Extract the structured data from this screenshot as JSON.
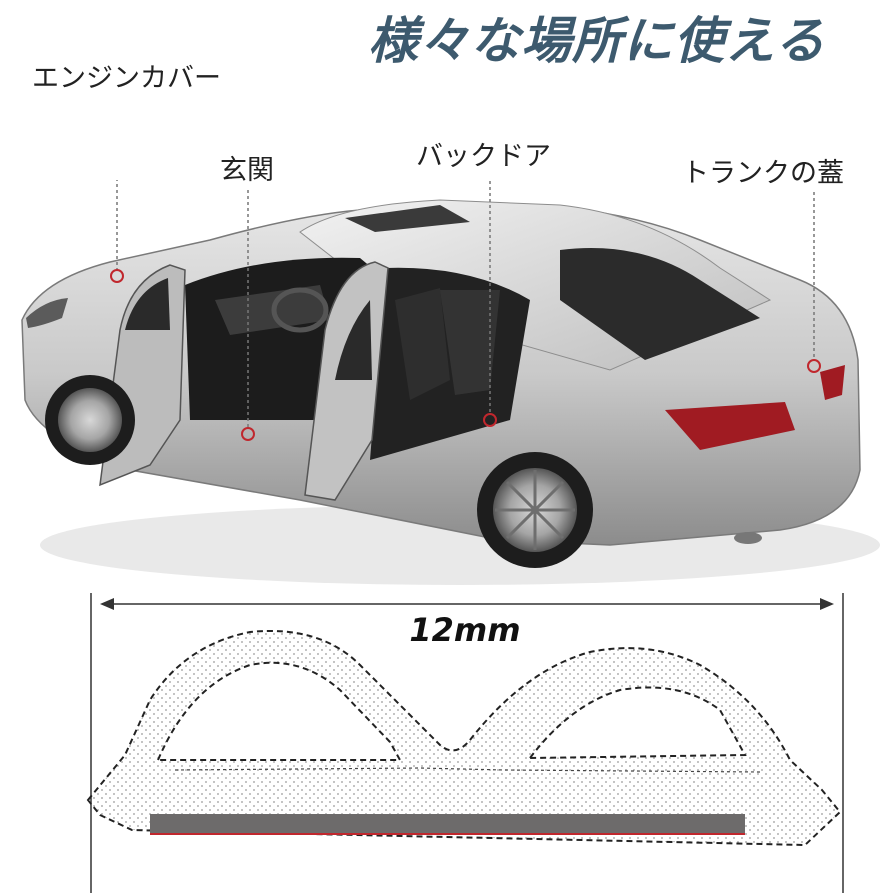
{
  "header": {
    "title": "様々な場所に使える"
  },
  "callouts": [
    {
      "label": "エンジンカバー"
    },
    {
      "label": "玄関"
    },
    {
      "label": "バックドア"
    },
    {
      "label": "トランクの蓋"
    }
  ],
  "diagram": {
    "width_label": "12mm"
  },
  "colors": {
    "title": "#3d5a6e",
    "marker": "#c0272d",
    "tape": "#6d6b6b"
  }
}
